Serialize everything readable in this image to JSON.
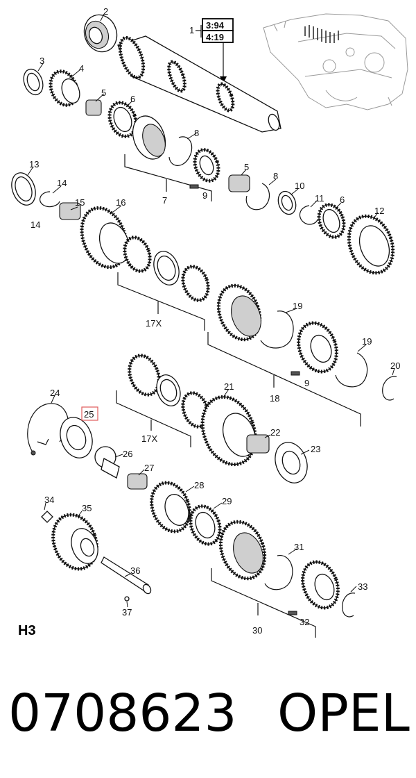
{
  "ratio_box": {
    "ref": "1",
    "ratio_a": "3:94",
    "ratio_b": "4:19"
  },
  "section_label": "H3",
  "footer": {
    "part_number": "0708623",
    "brand": "OPEL"
  },
  "callouts": {
    "c2": "2",
    "c3": "3",
    "c4": "4",
    "c5a": "5",
    "c6a": "6",
    "c7": "7",
    "c8a": "8",
    "c9a": "9",
    "c13": "13",
    "c14a": "14",
    "c14b": "14",
    "c15": "15",
    "c16": "16",
    "c5b": "5",
    "c8b": "8",
    "c10": "10",
    "c11": "11",
    "c6b": "6",
    "c12": "12",
    "c17xa": "17X",
    "c18": "18",
    "c19a": "19",
    "c19b": "19",
    "c9b": "9",
    "c20": "20",
    "c21": "21",
    "c17xb": "17X",
    "c22": "22",
    "c23": "23",
    "c24": "24",
    "c25": "25",
    "c26": "26",
    "c27": "27",
    "c28": "28",
    "c29": "29",
    "c30": "30",
    "c31": "31",
    "c32": "32",
    "c33": "33",
    "c34": "34",
    "c35": "35",
    "c36": "36",
    "c37": "37"
  },
  "highlight_color": "#e05a5a"
}
